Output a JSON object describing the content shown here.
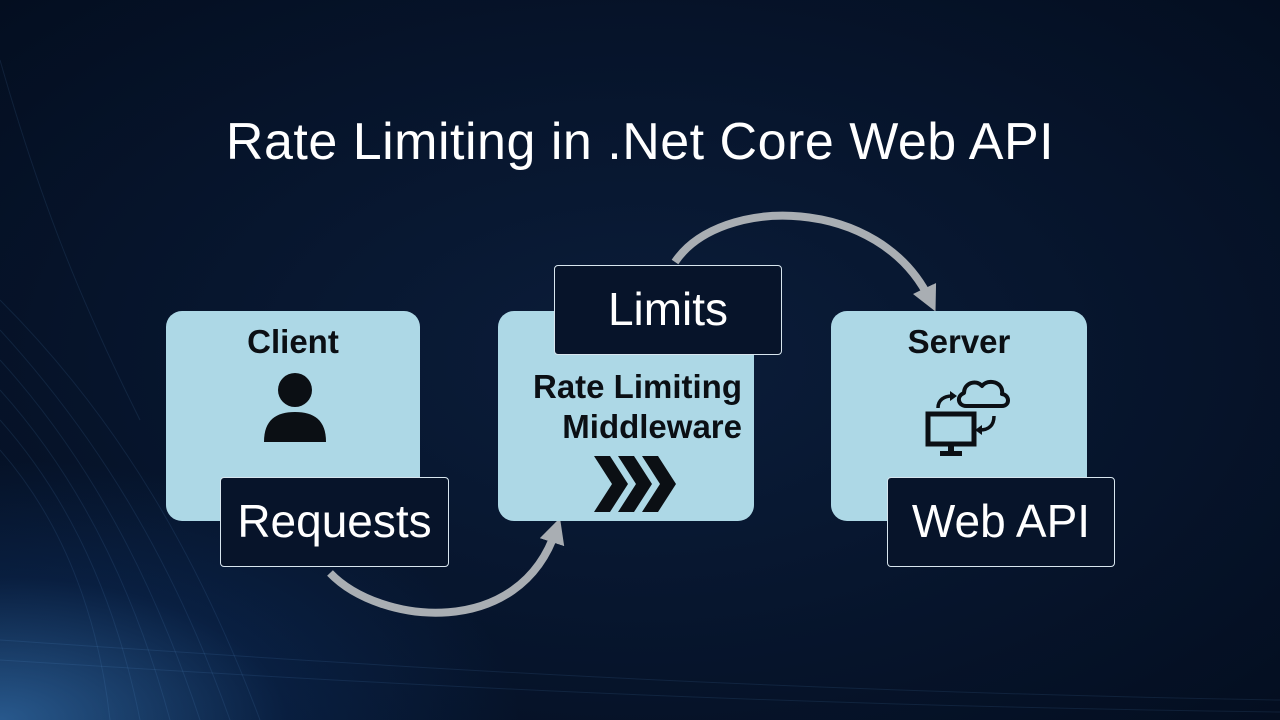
{
  "slide": {
    "title": "Rate Limiting in .Net Core Web API"
  },
  "client": {
    "heading": "Client",
    "icon": "user-icon",
    "tag": "Requests"
  },
  "middleware": {
    "line1": "Rate Limiting",
    "line2": "Middleware",
    "icon": "chevrons-right-icon",
    "tag": "Limits"
  },
  "server": {
    "heading": "Server",
    "icon": "computer-cloud-sync-icon",
    "tag": "Web API"
  },
  "colors": {
    "background": "#07142a",
    "card": "#add8e6",
    "arrow": "#a9aeb3",
    "text_light": "#ffffff",
    "text_dark": "#0b0f14"
  }
}
